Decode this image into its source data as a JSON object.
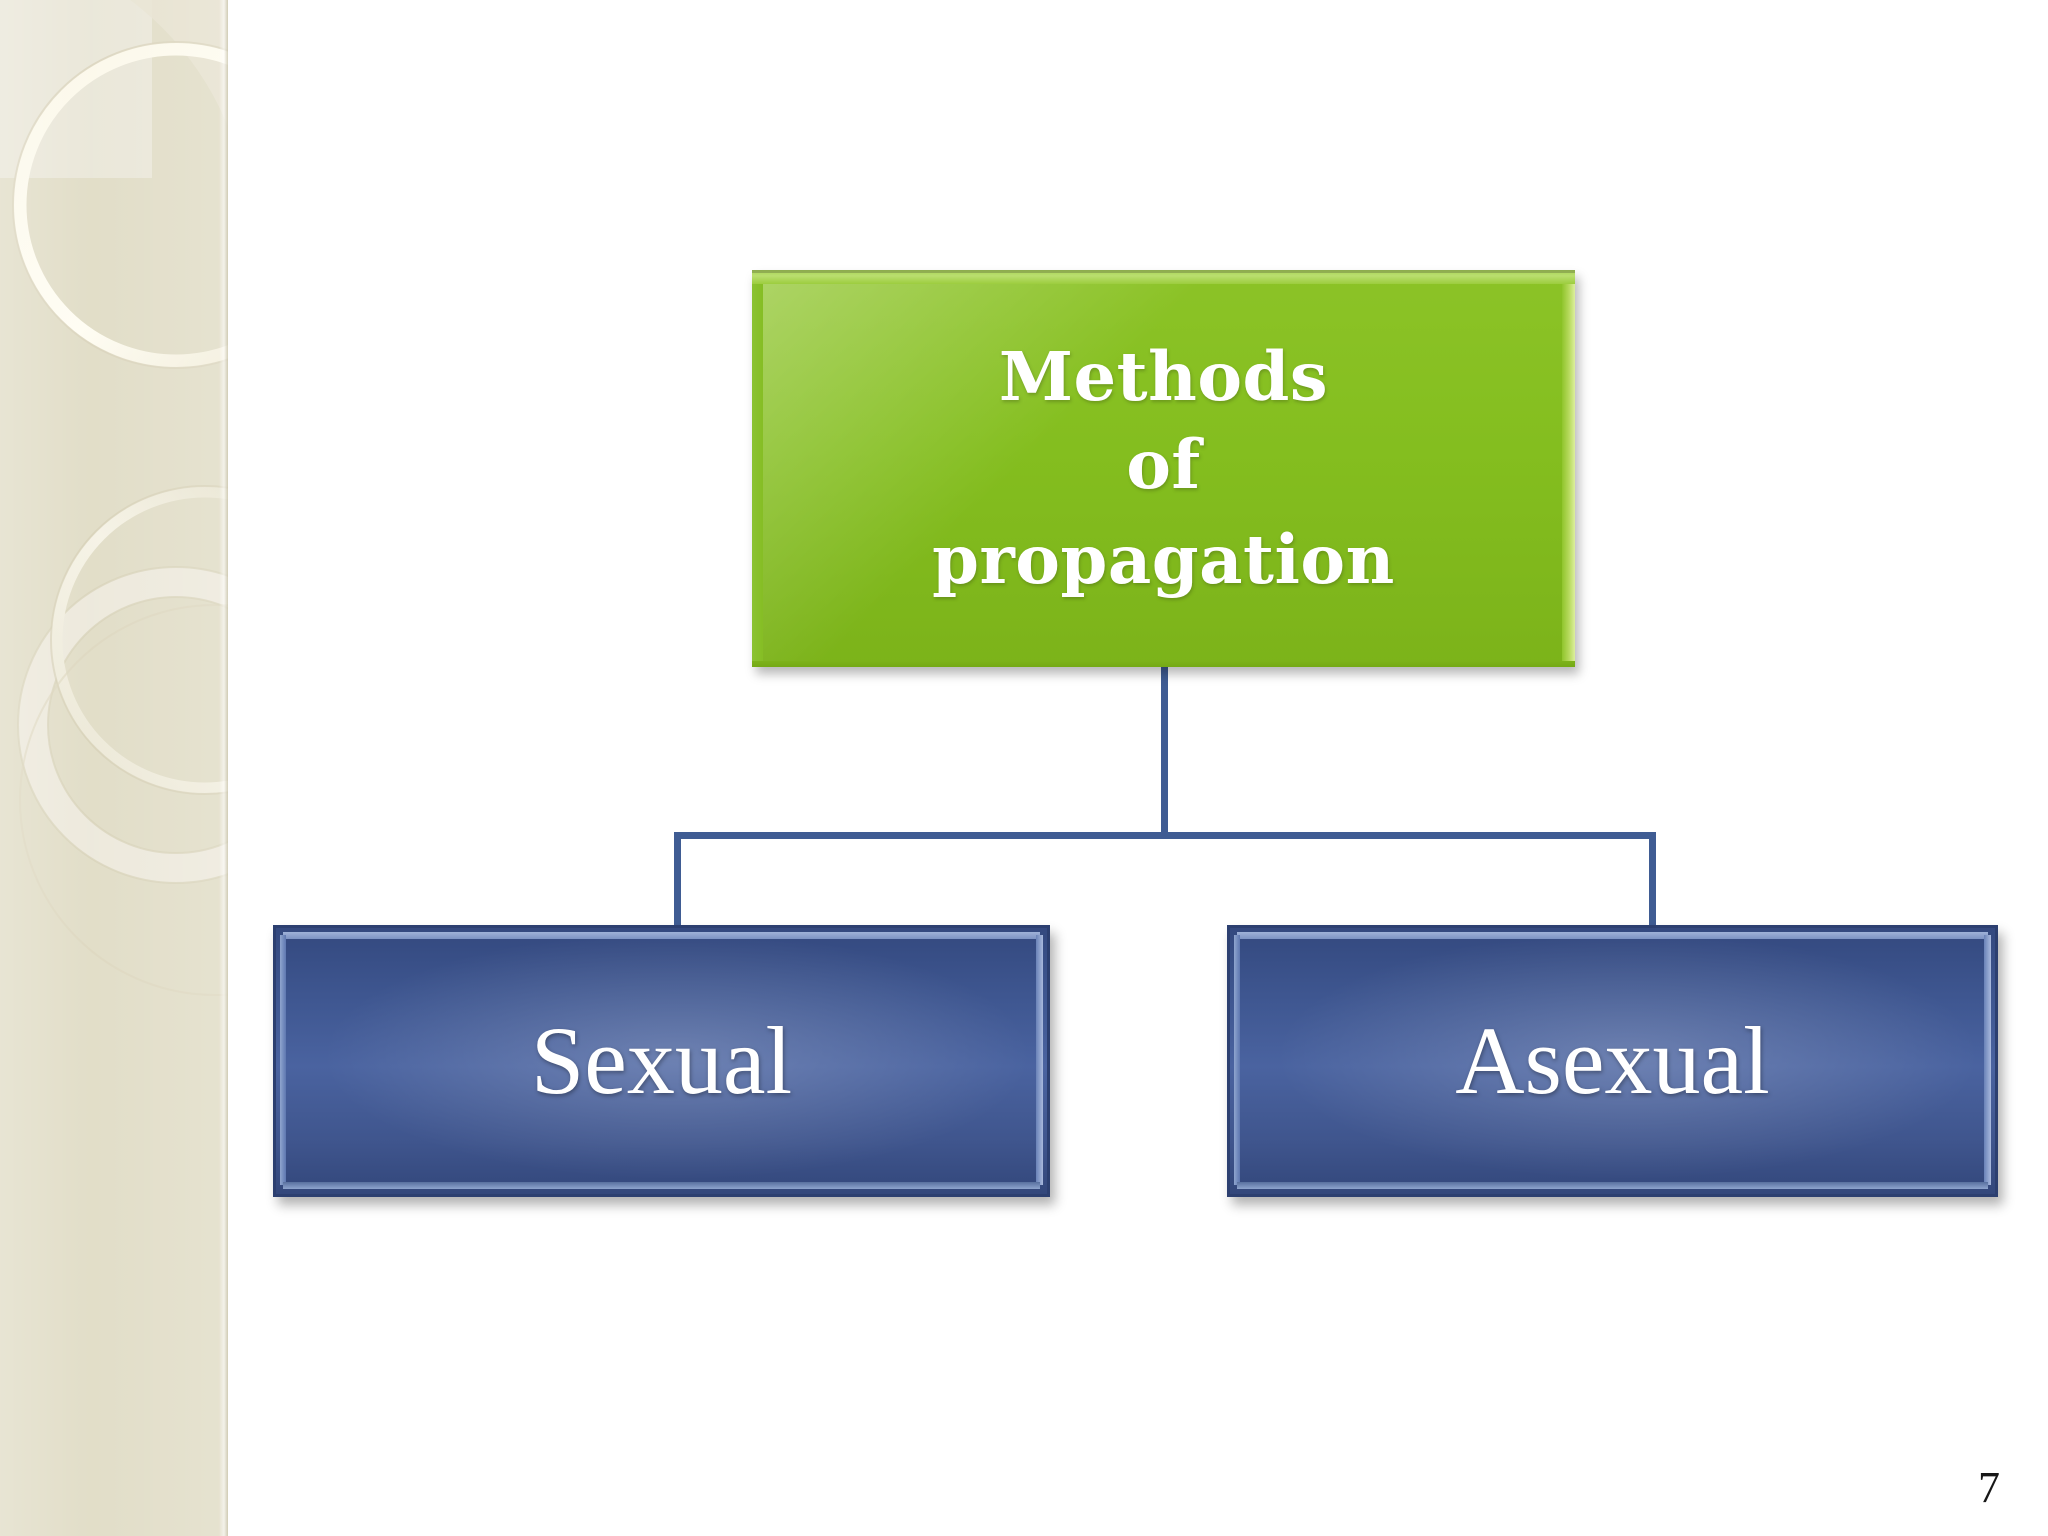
{
  "slide": {
    "background_color": "#ffffff",
    "number": "7"
  },
  "sidebar": {
    "name": "decorative-sidebar",
    "background_color": "#e1ddc7",
    "panel_color": "#eae7d9",
    "ring_color": "#f4efdc"
  },
  "diagram": {
    "type": "hierarchy",
    "root": {
      "id": "methods-of-propagation",
      "lines": [
        "Methods",
        "of",
        "propagation"
      ],
      "fill_color": "#84be1f",
      "text_color": "#ffffff"
    },
    "connector": {
      "color": "#3f5c93"
    },
    "children": [
      {
        "id": "sexual",
        "label": "Sexual",
        "fill_color": "#3e5690",
        "text_color": "#ffffff"
      },
      {
        "id": "asexual",
        "label": "Asexual",
        "fill_color": "#3e5690",
        "text_color": "#ffffff"
      }
    ]
  }
}
